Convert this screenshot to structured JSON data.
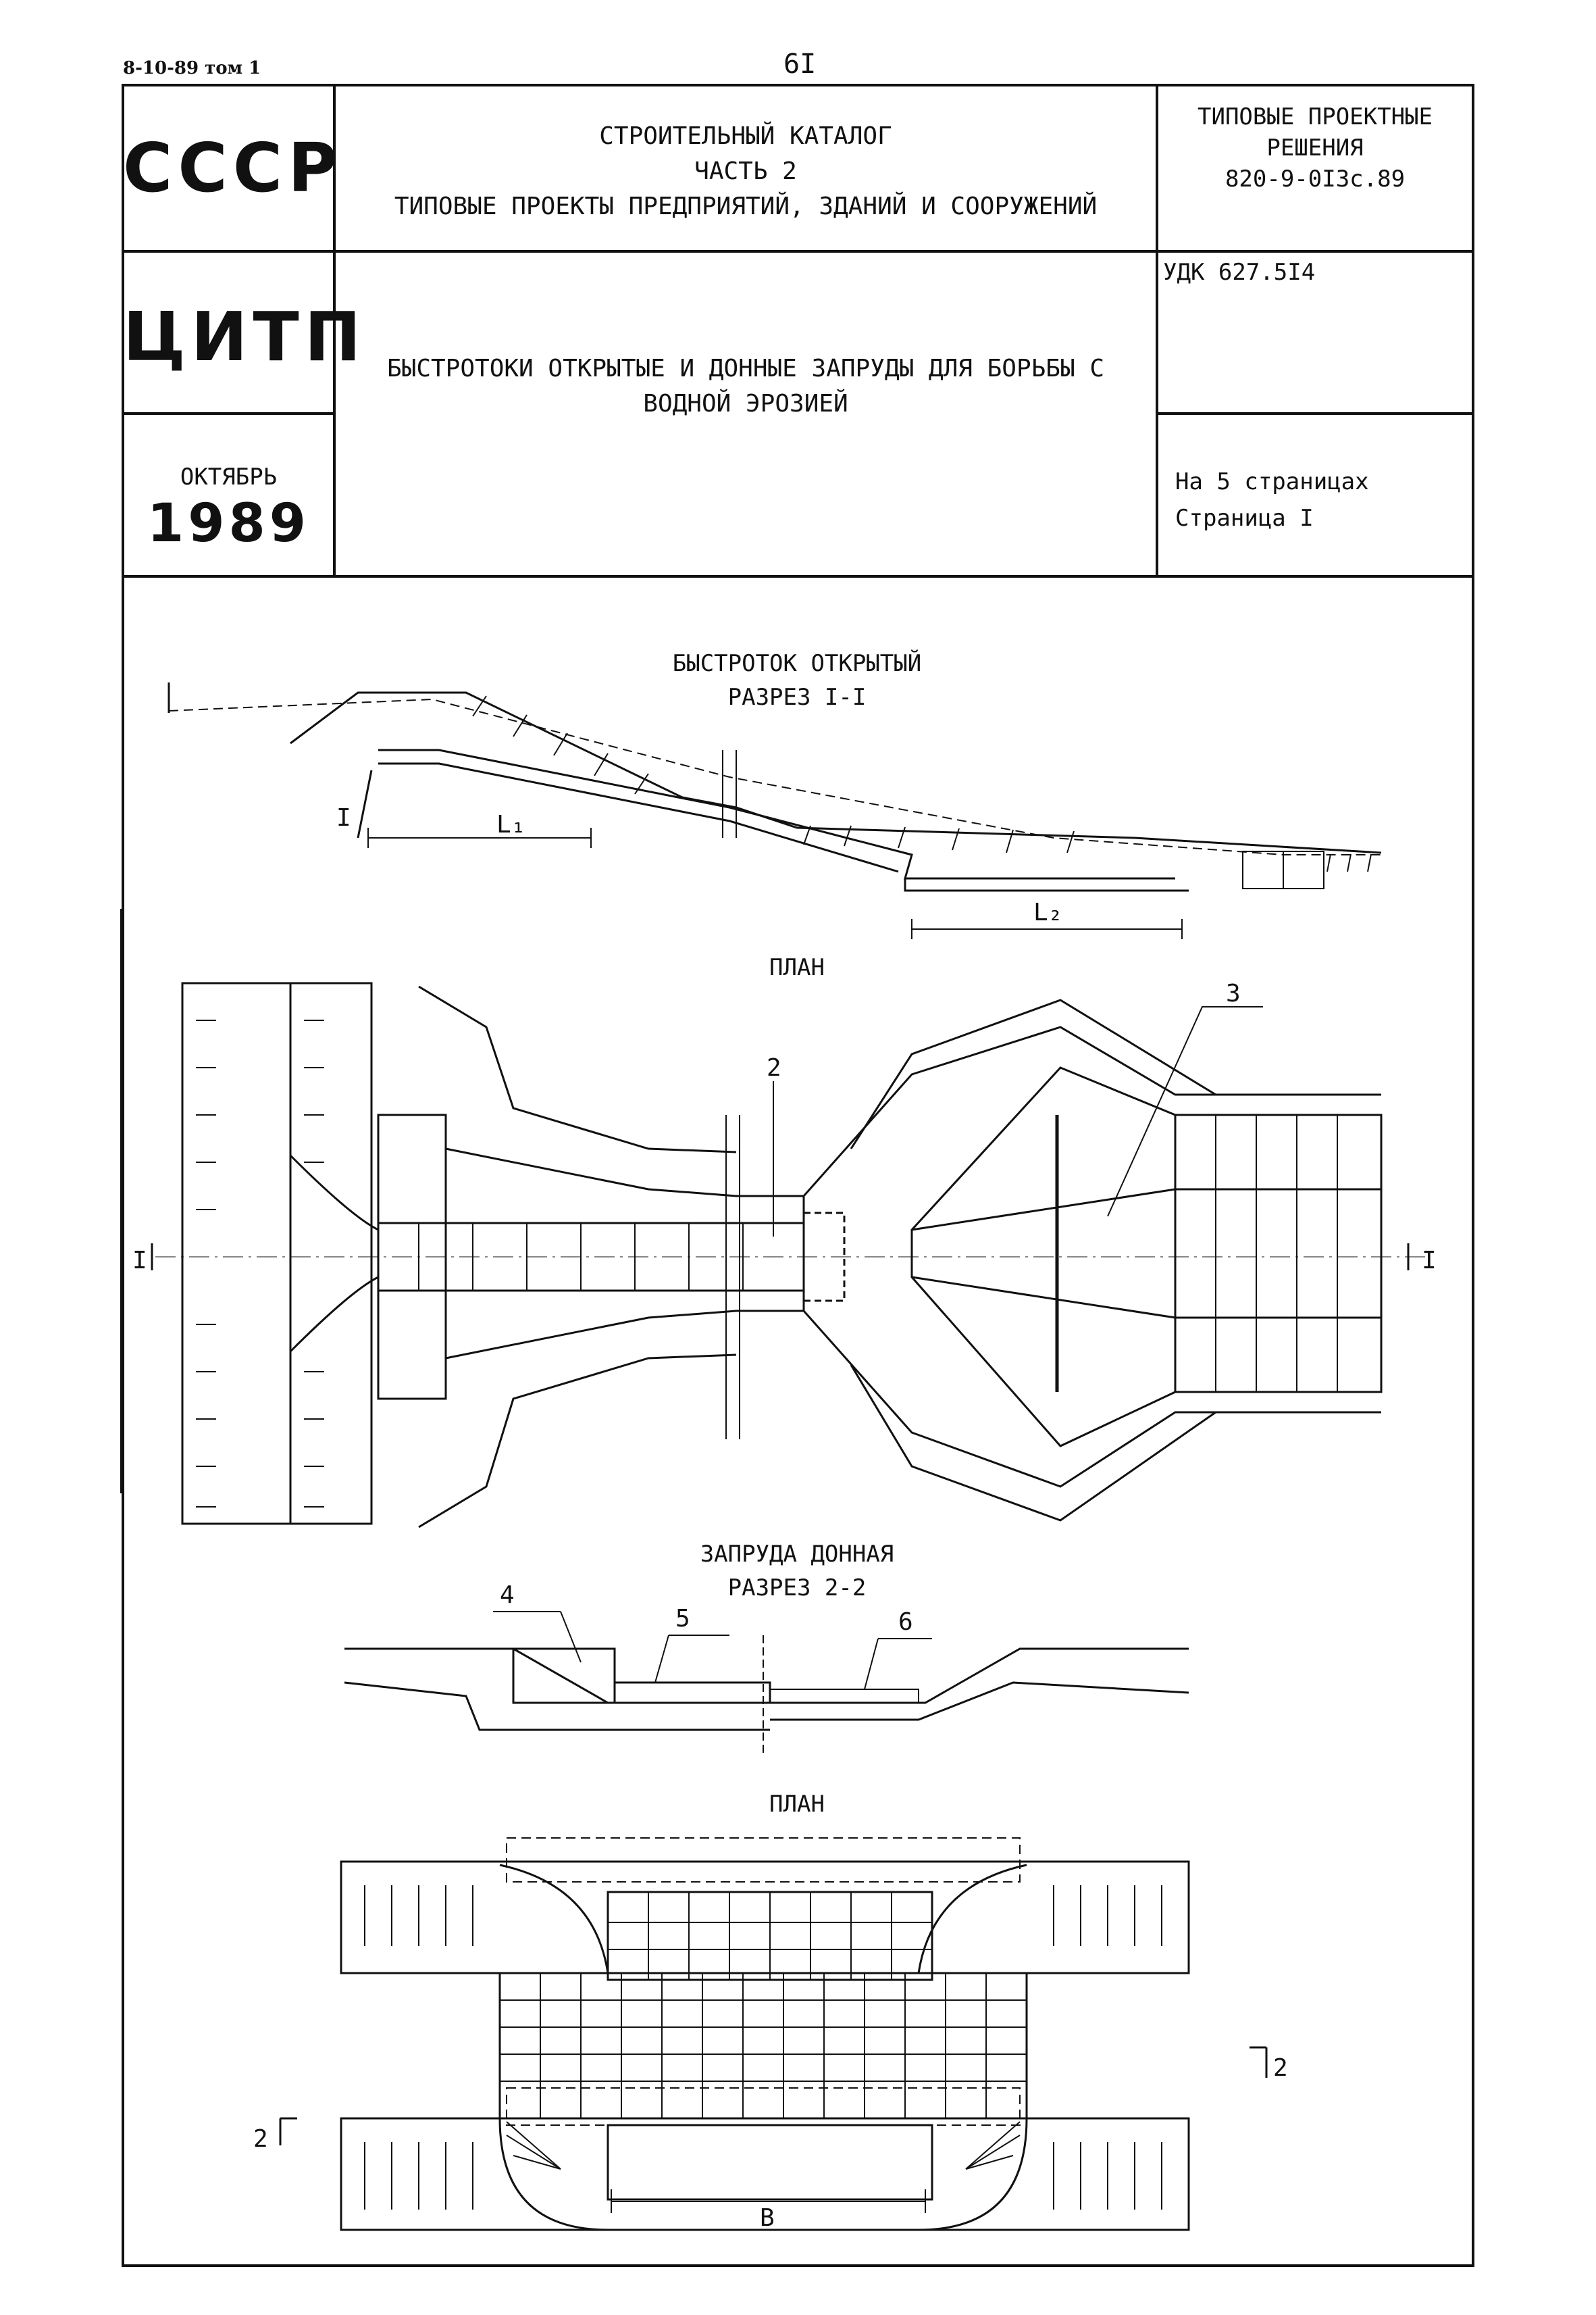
{
  "header": {
    "top_left": "8-10-89 том 1",
    "page_number": "6I"
  },
  "title_block": {
    "org1": "СССР",
    "org2": "ЦИТП",
    "month": "ОКТЯБРЬ",
    "year": "1989",
    "catalog_line1": "СТРОИТЕЛЬНЫЙ КАТАЛОГ",
    "catalog_line2": "ЧАСТЬ 2",
    "catalog_line3": "ТИПОВЫЕ ПРОЕКТЫ ПРЕДПРИЯТИЙ, ЗДАНИЙ И СООРУЖЕНИЙ",
    "type_line1": "ТИПОВЫЕ ПРОЕКТНЫЕ",
    "type_line2": "РЕШЕНИЯ",
    "type_code": "820-9-0I3с.89",
    "udk": "УДК 627.5I4",
    "doc_title_line1": "БЫСТРОТОКИ ОТКРЫТЫЕ И ДОННЫЕ ЗАПРУДЫ ДЛЯ БОРЬБЫ С",
    "doc_title_line2": "ВОДНОЙ ЭРОЗИЕЙ",
    "pages_total": "На  5 страницах",
    "page_current": "Страница  I"
  },
  "drawing1": {
    "title": "БЫСТРОТОК ОТКРЫТЫЙ",
    "section": "РАЗРЕЗ I-I",
    "label_section_mark": "I",
    "dim_l1": "L₁",
    "dim_l2": "L₂"
  },
  "drawing2": {
    "title": "ПЛАН",
    "callout_2": "2",
    "callout_3": "3",
    "section_left": "I",
    "section_right": "I"
  },
  "drawing3": {
    "title": "ЗАПРУДА ДОННАЯ",
    "section": "РАЗРЕЗ 2-2",
    "callout_4": "4",
    "callout_5": "5",
    "callout_6": "6"
  },
  "drawing4": {
    "title": "ПЛАН",
    "section_left": "2",
    "section_right": "2",
    "dim_b": "В"
  }
}
